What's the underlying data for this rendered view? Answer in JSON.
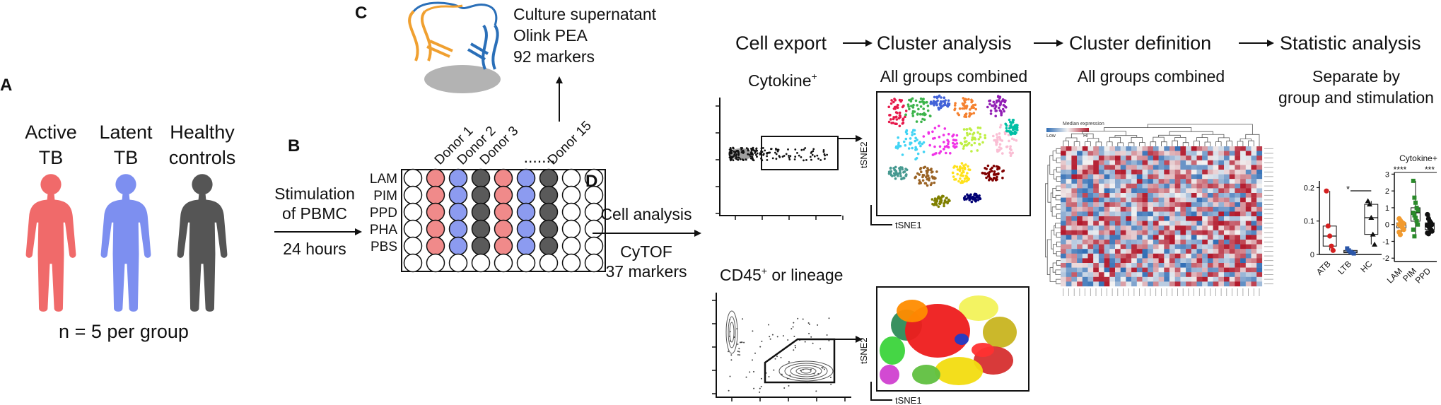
{
  "colors": {
    "active": "#f06a6a",
    "latent": "#7d8ff0",
    "healthy": "#555555",
    "plate_active": "#f08a8a",
    "plate_latent": "#8c9bf0",
    "plate_healthy": "#5a5a5a",
    "antibody_orange": "#f0a030",
    "antibody_blue": "#2a6fb8",
    "boxplot_atb": "#d42020",
    "boxplot_ltb": "#2a56a8",
    "boxplot_lam": "#f29a2e",
    "boxplot_pim": "#2a8a2a"
  },
  "panel_a": {
    "label": "A",
    "groups": [
      {
        "line1": "Active",
        "line2": "TB",
        "color_key": "active"
      },
      {
        "line1": "Latent",
        "line2": "TB",
        "color_key": "latent"
      },
      {
        "line1": "Healthy",
        "line2": "controls",
        "color_key": "healthy"
      }
    ],
    "n_text": "n = 5 per group"
  },
  "panel_b": {
    "label": "B",
    "arrow_top1": "Stimulation",
    "arrow_top2": "of PBMC",
    "arrow_bottom": "24 hours",
    "row_labels": [
      "LAM",
      "PIM",
      "PPD",
      "PHA",
      "PBS"
    ],
    "donor_labels": [
      "Donor 1",
      "Donor 2",
      "Donor 3",
      "Donor 15"
    ],
    "ellipsis": ".......",
    "well_pattern": [
      "w",
      "a",
      "l",
      "h",
      "a",
      "l",
      "h",
      "w",
      "w"
    ]
  },
  "panel_c": {
    "label": "C",
    "line1": "Culture supernatant",
    "line2": "Olink PEA",
    "line3": "92 markers"
  },
  "panel_d": {
    "label": "D",
    "arrow_top": "Cell analysis",
    "arrow_bottom1": "CyTOF",
    "arrow_bottom2": "37 markers",
    "steps": [
      "Cell export",
      "Cluster analysis",
      "Cluster definition",
      "Statistic analysis"
    ],
    "gate_top_label": "Cytokine",
    "gate_top_sup": "+",
    "gate_bottom_label_a": "CD45",
    "gate_bottom_sup": "+",
    "gate_bottom_label_b": " or lineage",
    "all_groups_1": "All groups combined",
    "all_groups_2": "All groups combined",
    "separate_1": "Separate by",
    "separate_2": "group and stimulation",
    "tsne_x": "tSNE1",
    "tsne_y": "tSNE2",
    "heatmap_legend_title": "Median expression",
    "heatmap_low": "Low",
    "heatmap_high": "Hi"
  },
  "chart_data": [
    {
      "type": "box",
      "categories": [
        "ATB",
        "LTB",
        "HC"
      ],
      "yticks": [
        "0",
        "0.1",
        "0.2"
      ],
      "ylim": [
        0,
        0.22
      ],
      "points": [
        [
          0.19,
          0.085,
          0.055,
          0.025,
          0.012
        ],
        [
          0.018,
          0.012,
          0.008,
          0.005,
          0.003
        ],
        [
          0.16,
          0.15,
          0.11,
          0.06,
          0.03
        ]
      ],
      "significance": "*"
    },
    {
      "type": "box",
      "title": "Cytokine+",
      "categories": [
        "LAM",
        "PIM",
        "PPD"
      ],
      "yticks": [
        "-2",
        "-1",
        "0",
        "1",
        "2",
        "3"
      ],
      "ylim": [
        -2.2,
        3.1
      ],
      "points": [
        [
          0.35,
          0.25,
          0.15,
          0.1,
          0.05,
          0.0,
          -0.05,
          -0.1,
          -0.2,
          -0.3,
          -0.45,
          -0.6
        ],
        [
          2.6,
          1.6,
          1.3,
          1.0,
          0.85,
          0.7,
          0.55,
          0.4,
          0.2,
          0.0,
          -0.3,
          -0.7
        ],
        [
          0.6,
          0.35,
          0.2,
          0.1,
          0.0,
          -0.05,
          -0.1,
          -0.2,
          -0.3,
          -0.4,
          -0.5,
          -0.55
        ]
      ],
      "significance_left": "****",
      "significance_right": "***"
    }
  ]
}
